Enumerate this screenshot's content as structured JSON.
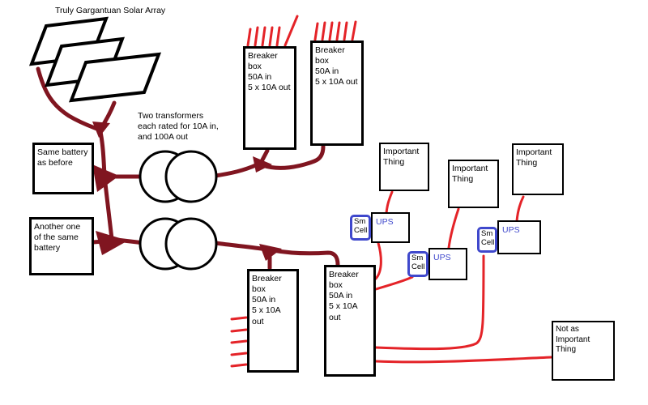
{
  "diagram": {
    "solar_label": "Truly Gargantuan Solar Array",
    "transformer_note": "Two transformers\neach rated for 10A in,\nand 100A out",
    "battery1": "Same battery\nas before",
    "battery2": "Another one\nof the same\nbattery",
    "breaker": "Breaker box\n50A in\n5 x 10A out",
    "important": "Important\nThing",
    "not_important": "Not as Important\nThing",
    "sm_cell": "Sm\nCell",
    "ups": "UPS"
  },
  "colors": {
    "wire_main": "#801520",
    "wire_out": "#e42328",
    "cell_border": "#3f48cc",
    "ups_text": "#3f48cc"
  }
}
